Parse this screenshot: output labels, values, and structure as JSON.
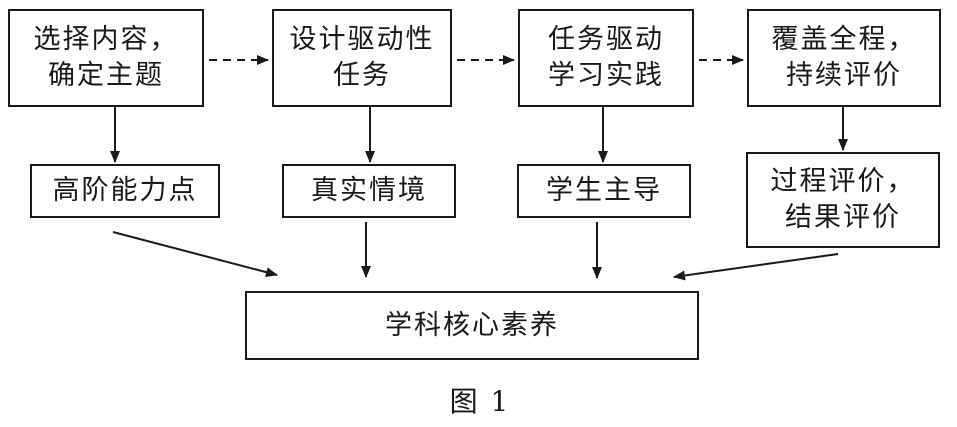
{
  "top_row": [
    {
      "lines": [
        "选择内容，",
        "确定主题"
      ]
    },
    {
      "lines": [
        "设计驱动性",
        "任务"
      ]
    },
    {
      "lines": [
        "任务驱动",
        "学习实践"
      ]
    },
    {
      "lines": [
        "覆盖全程，",
        "持续评价"
      ]
    }
  ],
  "mid_row": [
    {
      "lines": [
        "高阶能力点"
      ]
    },
    {
      "lines": [
        "真实情境"
      ]
    },
    {
      "lines": [
        "学生主导"
      ]
    },
    {
      "lines": [
        "过程评价，",
        "结果评价"
      ]
    }
  ],
  "bottom": {
    "label": "学科核心素养"
  },
  "caption": "图 1",
  "colors": {
    "stroke": "#1a1a1a",
    "background": "#ffffff"
  }
}
